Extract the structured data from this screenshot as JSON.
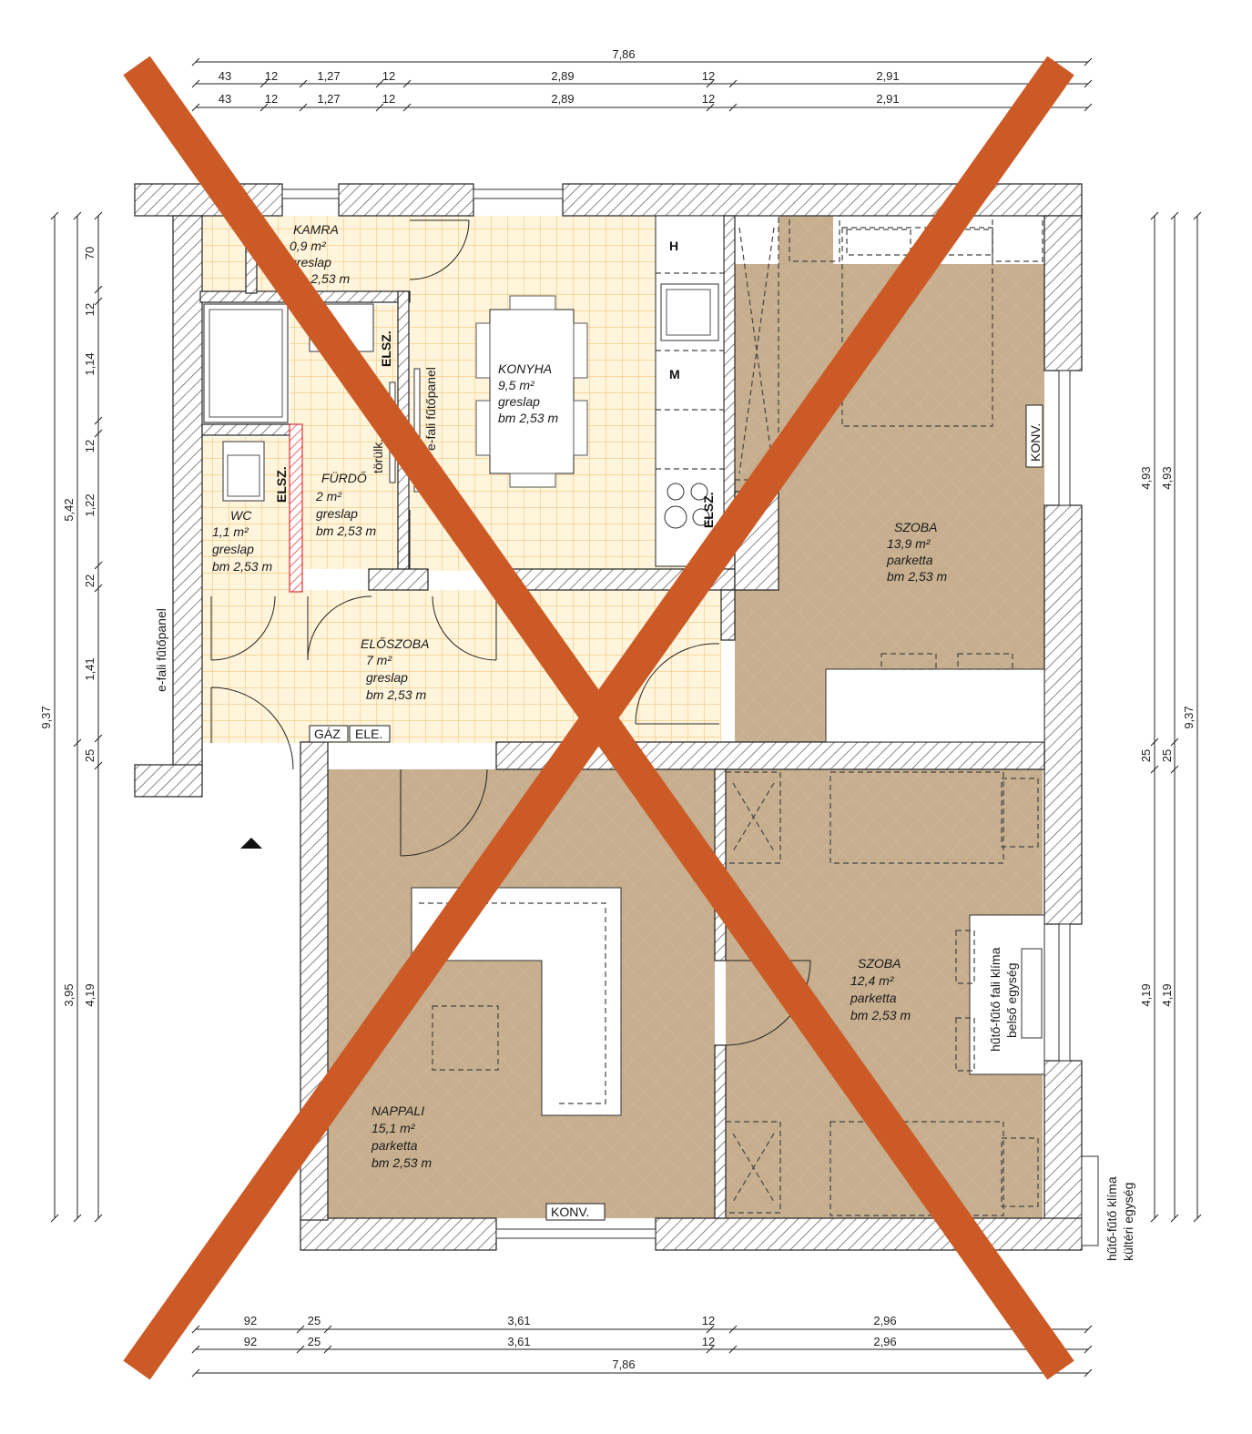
{
  "dimensions": {
    "top_total": "7,86",
    "top_row": [
      "43",
      "12",
      "1,27",
      "12",
      "2,89",
      "12",
      "2,91"
    ],
    "bottom_row": [
      "92",
      "25",
      "3,61",
      "12",
      "2,96"
    ],
    "bottom_total": "7,86",
    "left_outer": [
      "9,37"
    ],
    "left_mid": [
      "5,42",
      "3,95"
    ],
    "left_inner": [
      "70",
      "12",
      "1,14",
      "12",
      "1,22",
      "22",
      "1,41",
      "25",
      "4,19"
    ],
    "right_inner": [
      "4,93",
      "25",
      "4,19"
    ],
    "right_outer": [
      "9,37"
    ]
  },
  "rooms": {
    "kamra": {
      "name": "KAMRA",
      "area": "0,9 m²",
      "floor": "greslap",
      "height": "bm 2,53 m"
    },
    "konyha": {
      "name": "KONYHA",
      "area": "9,5 m²",
      "floor": "greslap",
      "height": "bm 2,53 m"
    },
    "furdo": {
      "name": "FÜRDŐ",
      "area": "2 m²",
      "floor": "greslap",
      "height": "bm 2,53 m"
    },
    "wc": {
      "name": "WC",
      "area": "1,1 m²",
      "floor": "greslap",
      "height": "bm 2,53 m"
    },
    "eloszoba": {
      "name": "ELŐSZOBA",
      "area": "7 m²",
      "floor": "greslap",
      "height": "bm 2,53 m"
    },
    "szoba1": {
      "name": "SZOBA",
      "area": "13,9 m²",
      "floor": "parketta",
      "height": "bm 2,53 m"
    },
    "szoba2": {
      "name": "SZOBA",
      "area": "12,4 m²",
      "floor": "parketta",
      "height": "bm 2,53 m"
    },
    "nappali": {
      "name": "NAPPALI",
      "area": "15,1 m²",
      "floor": "parketta",
      "height": "bm 2,53 m"
    }
  },
  "labels": {
    "elsz": "ELSZ.",
    "h": "H",
    "m": "M",
    "konv": "KONV.",
    "gaz": "GÁZ",
    "ele": "ELE.",
    "torulk": "törülk.",
    "fali_panel": "e-fali fűtőpanel",
    "klima_belso_1": "hűtő-fűtő fali klíma",
    "klima_belso_2": "belső egység",
    "klima_kulteri_1": "hűtő-fűtő klíma",
    "klima_kulteri_2": "kültéri egység"
  },
  "colors": {
    "wall_hatch": "#555555",
    "tile_floor": "#fff5dc",
    "tile_grid": "#f4b860",
    "parquet": "#c6ae8e",
    "cross": "#cc5a26",
    "red_hatch": "#e03030"
  }
}
